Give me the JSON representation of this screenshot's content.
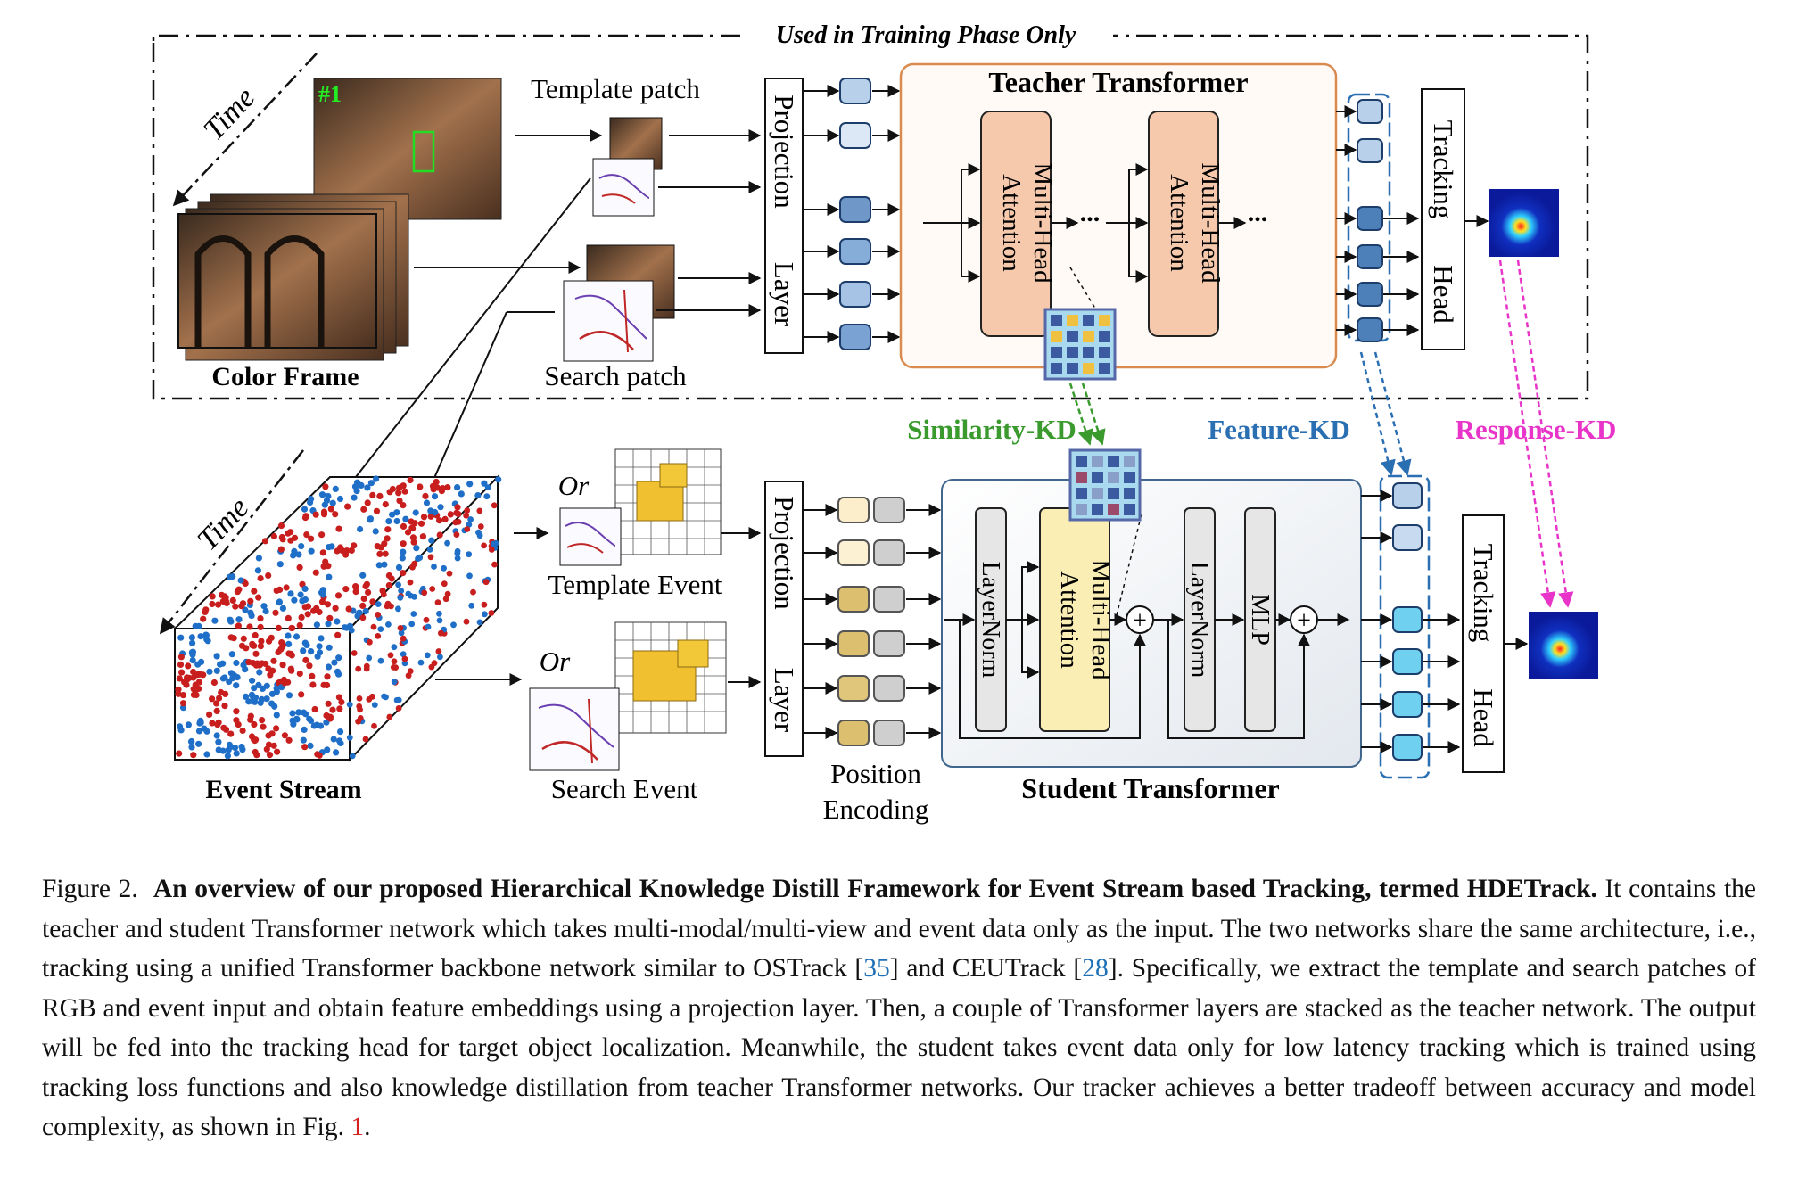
{
  "diagram": {
    "banner": "Used in Training Phase Only",
    "time_top": "Time",
    "time_bottom": "Time",
    "frame_number": "#1",
    "color_frame": "Color Frame",
    "event_stream": "Event Stream",
    "template_patch": "Template patch",
    "search_patch": "Search patch",
    "or_1": "Or",
    "or_2": "Or",
    "template_event": "Template Event",
    "search_event": "Search Event",
    "projection": "Projection",
    "layer": "Layer",
    "teacher_transformer": "Teacher Transformer",
    "student_transformer": "Student Transformer",
    "mha": "Multi-Head",
    "attention": "Attention",
    "layernorm": "LayerNorm",
    "mlp": "MLP",
    "tracking": "Tracking",
    "head": "Head",
    "position": "Position",
    "encoding": "Encoding",
    "similarity_kd": "Similarity-KD",
    "feature_kd": "Feature-KD",
    "response_kd": "Response-KD",
    "ellipsis": "...",
    "plus": "+"
  },
  "colors": {
    "teacher_border": "#d98a4e",
    "mha_fill": "#f6c9ad",
    "student_mha_fill": "#fbeeb4",
    "similarity": "#3a9a2e",
    "feature": "#2b6fb3",
    "response": "#e834c8",
    "event_red": "#c81e1e",
    "event_blue": "#1f6fc8"
  },
  "caption": {
    "figure_label": "Figure 2.",
    "bold_title": "An overview of our proposed Hierarchical Knowledge Distill Framework for Event Stream based Tracking, termed HDETrack.",
    "text_1": "It contains the teacher and student Transformer network which takes multi-modal/multi-view and event data only as the input. The two networks share the same architecture, i.e., tracking using a unified Transformer backbone network similar to OSTrack [",
    "ref_1": "35",
    "text_2": "] and CEUTrack [",
    "ref_2": "28",
    "text_3": "]. Specifically, we extract the template and search patches of RGB and event input and obtain feature embeddings using a projection layer. Then, a couple of Transformer layers are stacked as the teacher network. The output will be fed into the tracking head for target object localization. Meanwhile, the student takes event data only for low latency tracking which is trained using tracking loss functions and also knowledge distillation from teacher Transformer networks. Our tracker achieves a better tradeoff between accuracy and model complexity, as shown in Fig. ",
    "ref_3": "1",
    "text_4": "."
  }
}
